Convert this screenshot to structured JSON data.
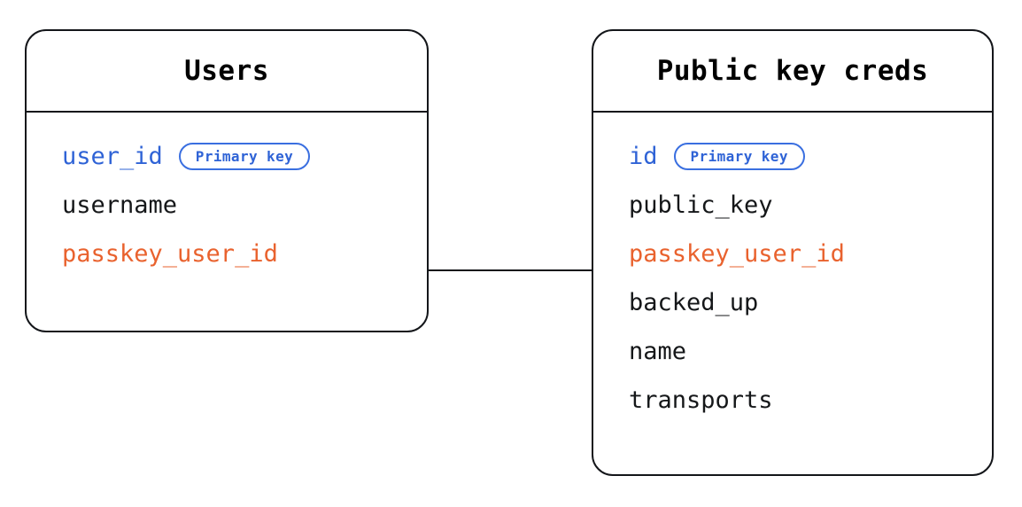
{
  "diagram": {
    "type": "entity-relationship",
    "entities": [
      {
        "id": "users",
        "title": "Users",
        "fields": [
          {
            "name": "user_id",
            "role": "key",
            "badge": "Primary key"
          },
          {
            "name": "username",
            "role": "plain",
            "badge": null
          },
          {
            "name": "passkey_user_id",
            "role": "fk",
            "badge": null
          }
        ]
      },
      {
        "id": "public_key_creds",
        "title": "Public key creds",
        "fields": [
          {
            "name": "id",
            "role": "key",
            "badge": "Primary key"
          },
          {
            "name": "public_key",
            "role": "plain",
            "badge": null
          },
          {
            "name": "passkey_user_id",
            "role": "fk",
            "badge": null
          },
          {
            "name": "backed_up",
            "role": "plain",
            "badge": null
          },
          {
            "name": "name",
            "role": "plain",
            "badge": null
          },
          {
            "name": "transports",
            "role": "plain",
            "badge": null
          }
        ]
      }
    ],
    "relationships": [
      {
        "id": "users-to-public-key-creds",
        "from": "users.passkey_user_id",
        "to": "public_key_creds.passkey_user_id",
        "style": "straight-line"
      }
    ]
  },
  "colors": {
    "background": "#ffffff",
    "stroke": "#14161a",
    "text": "#151719",
    "primary_key": "#2f63d6",
    "badge_border": "#3a6fe0",
    "foreign_key": "#e9622e"
  }
}
